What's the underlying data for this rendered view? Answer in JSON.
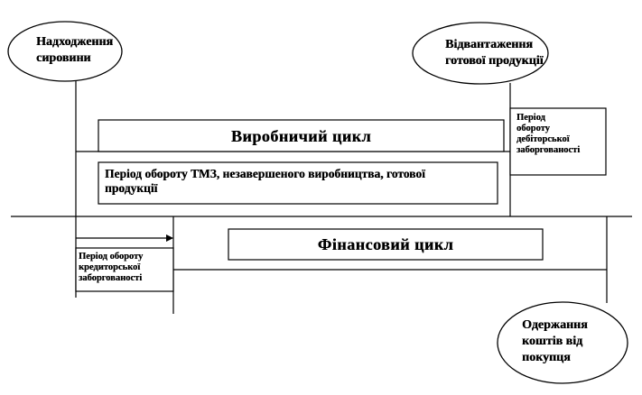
{
  "nodes": {
    "raw_materials": {
      "line1": "Надходження",
      "line2": "сировини"
    },
    "shipment": {
      "line1": "Відвантаження",
      "line2": "готової продукції"
    },
    "production_cycle": {
      "label": "Виробничий цикл"
    },
    "inventory_turnover": {
      "line1": "Період  обороту ТМЗ, незавершеного виробництва, готової",
      "line2": "продукції"
    },
    "receivables_turnover": {
      "line1": "Період",
      "line2": "обороту",
      "line3": "дебіторської",
      "line4": "заборгованості"
    },
    "financial_cycle": {
      "label": "Фінансовий  цикл"
    },
    "payables_turnover": {
      "line1": "Період обороту",
      "line2": "кредиторської",
      "line3": "заборгованості"
    },
    "payment_received": {
      "line1": "Одержання",
      "line2": "коштів  від",
      "line3": "покупця"
    }
  }
}
